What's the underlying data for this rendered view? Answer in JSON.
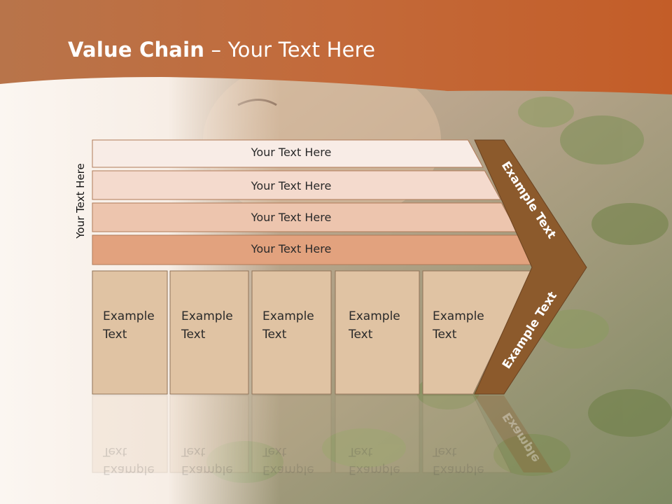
{
  "slide": {
    "title_bold": "Value Chain",
    "title_rest": " – Your Text Here",
    "side_label": "Your Text Here"
  },
  "bands": [
    {
      "label": "Your Text Here",
      "color": "#f8ece6"
    },
    {
      "label": "Your Text Here",
      "color": "#f4dacd"
    },
    {
      "label": "Your Text Here",
      "color": "#edc5ae"
    },
    {
      "label": "Your Text Here",
      "color": "#e2a27e"
    }
  ],
  "boxes": [
    {
      "line1": "Example",
      "line2": "Text"
    },
    {
      "line1": "Example",
      "line2": "Text"
    },
    {
      "line1": "Example",
      "line2": "Text"
    },
    {
      "line1": "Example",
      "line2": "Text"
    },
    {
      "line1": "Example",
      "line2": "Text"
    }
  ],
  "arrow": {
    "upper_label": "Example Text",
    "lower_label": "Example Text",
    "reflection_label": "Example",
    "color": "#8c5a2c"
  },
  "colors": {
    "header": "#c96a3a",
    "box_fill": "#e0c3a3",
    "box_stroke": "#8f7257"
  }
}
